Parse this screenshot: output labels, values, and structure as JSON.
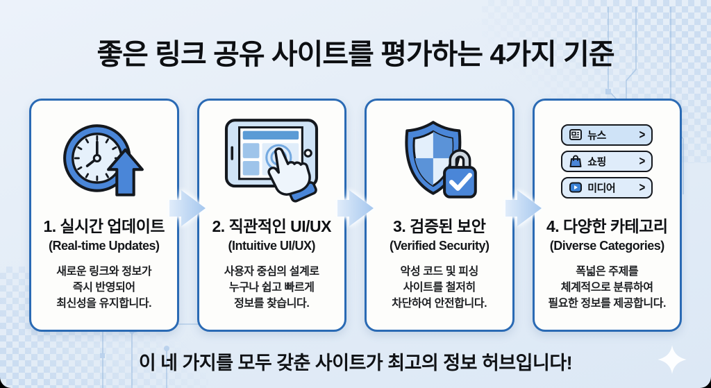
{
  "title": "좋은 링크 공유 사이트를 평가하는 4가지 기준",
  "footer": "이 네 가지를 모두 갖춘 사이트가 최고의 정보 허브입니다!",
  "cards": [
    {
      "icon": "clock-update-icon",
      "title": "1. 실시간 업데이트",
      "subtitle": "(Real-time Updates)",
      "body_lines": [
        "새로운 링크와 정보가",
        "즉시 반영되어",
        "최신성을 유지합니다."
      ]
    },
    {
      "icon": "touch-ui-icon",
      "title": "2. 직관적인 UI/UX",
      "subtitle": "(Intuitive UI/UX)",
      "body_lines": [
        "사용자 중심의 설계로",
        "누구나 쉽고 빠르게",
        "정보를 찾습니다."
      ]
    },
    {
      "icon": "shield-lock-icon",
      "title": "3. 검증된 보안",
      "subtitle": "(Verified Security)",
      "body_lines": [
        "악성 코드 및 피싱",
        "사이트를 철저히",
        "차단하여 안전합니다."
      ]
    },
    {
      "icon": "category-buttons-icon",
      "title": "4. 다양한 카테고리",
      "subtitle": "(Diverse Categories)",
      "body_lines": [
        "폭넓은 주제를",
        "체계적으로 분류하여",
        "필요한 정보를 제공합니다."
      ]
    }
  ],
  "category_buttons": [
    {
      "icon": "newspaper-icon",
      "label": "뉴스",
      "chevron": ">"
    },
    {
      "icon": "shopping-bag-icon",
      "label": "쇼핑",
      "chevron": ">"
    },
    {
      "icon": "media-play-icon",
      "label": "미디어",
      "chevron": ">"
    }
  ],
  "colors": {
    "card_border": "#2a6ab4",
    "icon_blue": "#4a86d8",
    "icon_blue_light": "#cfe3f6",
    "icon_blue_pale": "#e6f1fb",
    "outline": "#14181e",
    "background": "#e4edf7",
    "arrow_fill_start": "#ddeaf9",
    "arrow_fill_end": "#a5c7ee"
  }
}
